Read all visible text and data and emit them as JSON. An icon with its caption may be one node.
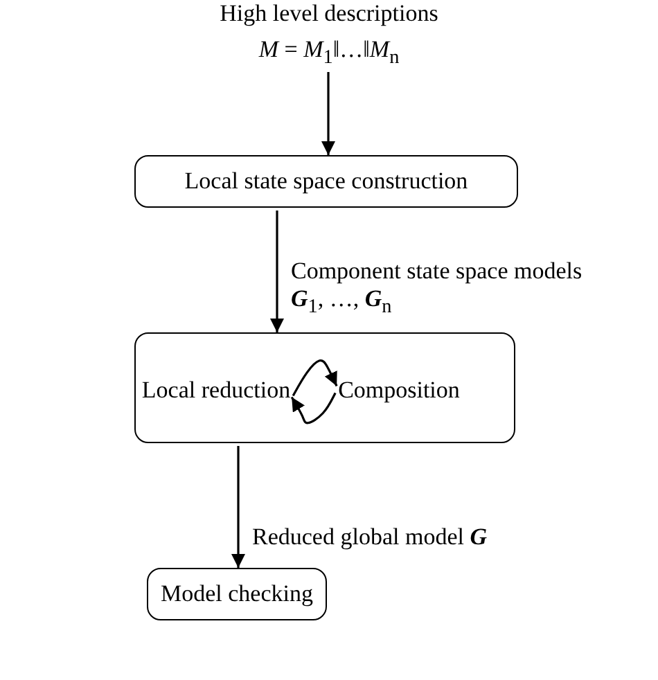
{
  "diagram": {
    "nodes": [
      {
        "text": [
          "High level descriptions",
          "*M* = *M*$_{1}$‖…‖*M*$_{n}$"
        ]
      },
      {
        "text": [
          "Local state space construction"
        ]
      },
      {
        "text": [],
        "shape": "box"
      },
      {
        "text": [
          "Local reduction"
        ],
        "in": 2
      },
      {
        "text": [
          "Composition"
        ],
        "in": 2
      },
      {
        "text": [
          "Model checking"
        ]
      }
    ],
    "edges": [
      {
        "from": 0,
        "to": 1,
        "arrow": "to"
      },
      {
        "from": 1,
        "to": 2,
        "arrow": "to",
        "label": "Component state space models  *G*$_{1}$, …, *G*$_{n}$"
      },
      {
        "from": 3,
        "to": 4,
        "arrow": "to"
      },
      {
        "from": 4,
        "to": 3,
        "arrow": "to"
      },
      {
        "from": 2,
        "to": 5,
        "arrow": "to",
        "label": "Reduced global model *G*"
      }
    ]
  }
}
